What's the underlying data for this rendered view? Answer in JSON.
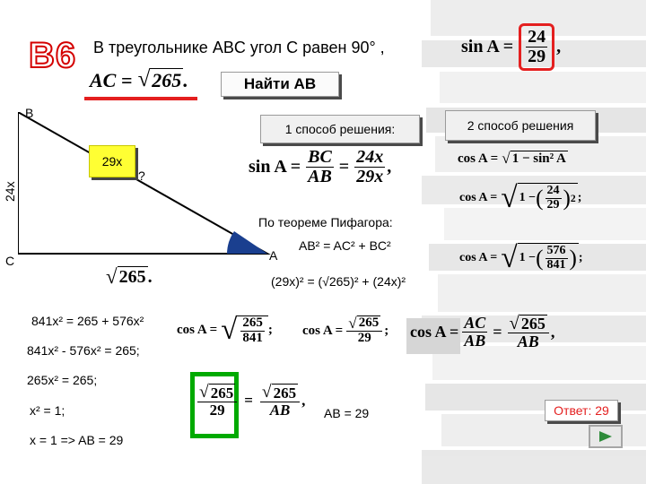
{
  "header": {
    "tag": "B6",
    "condition": "В треугольнике ABC угол C равен 90° ,",
    "sin_given": {
      "lhs": "sin A =",
      "num": "24",
      "den": "29"
    },
    "ac_given": {
      "lhs": "AC =",
      "radicand": "265",
      "tail": "."
    },
    "find_label": "Найти AB"
  },
  "triangle": {
    "label_b": "B",
    "label_c": "C",
    "label_a": "A",
    "label_hyp": "29x",
    "label_leg": "24x",
    "label_base_radicand": "265",
    "label_base_tail": ".",
    "right_angle_mark": "?"
  },
  "method1": {
    "title": "1 способ решения:",
    "sin_formula": {
      "lhs": "sin A =",
      "n1": "BC",
      "d1": "AB",
      "n2": "24x",
      "d2": "29x",
      "tail": ","
    },
    "pythagoras_label": "По теореме Пифагора:",
    "pythagoras_eq": "AB² = AC² + BC²",
    "substitution": "(29x)² = (√265)² + (24x)²",
    "steps": [
      "841x² = 265 + 576x²",
      "841x² - 576x² = 265;",
      "265x² = 265;",
      "x² = 1;",
      "x = 1 => AB = 29"
    ],
    "answer_inline": "AB = 29"
  },
  "method2": {
    "title": "2 способ решения",
    "cos1": {
      "lhs": "cos A =",
      "radicand": "1 − sin² A"
    },
    "cos2": {
      "lhs": "cos A =",
      "one": "1 −",
      "num": "24",
      "den": "29",
      "exp": "2",
      "tail": ";"
    },
    "cos3": {
      "lhs": "cos A =",
      "one": "1 −",
      "num": "576",
      "den": "841",
      "tail": ";"
    },
    "cos4": {
      "lhs": "cos A =",
      "num": "265",
      "den": "841",
      "tail": ";"
    },
    "cos5": {
      "lhs": "cos A =",
      "num": "265",
      "den": "29",
      "tail": ";"
    },
    "cos6": {
      "lhs": "cos A =",
      "n1": "AC",
      "d1": "AB",
      "eq": "=",
      "n2": "265",
      "d2": "AB",
      "tail": ","
    },
    "final": {
      "n1": "265",
      "d1": "29",
      "eq": "=",
      "n2": "265",
      "d2": "AB",
      "tail": ","
    }
  },
  "answer": {
    "label": "Ответ: 29"
  },
  "nav": {
    "icon": "arrow-right-icon"
  },
  "colors": {
    "tag_red": "#d40000",
    "yellow": "#ffff33",
    "green": "#00aa00",
    "angle_blue": "#1a3f8f",
    "nav_green": "#2e8b3a"
  }
}
